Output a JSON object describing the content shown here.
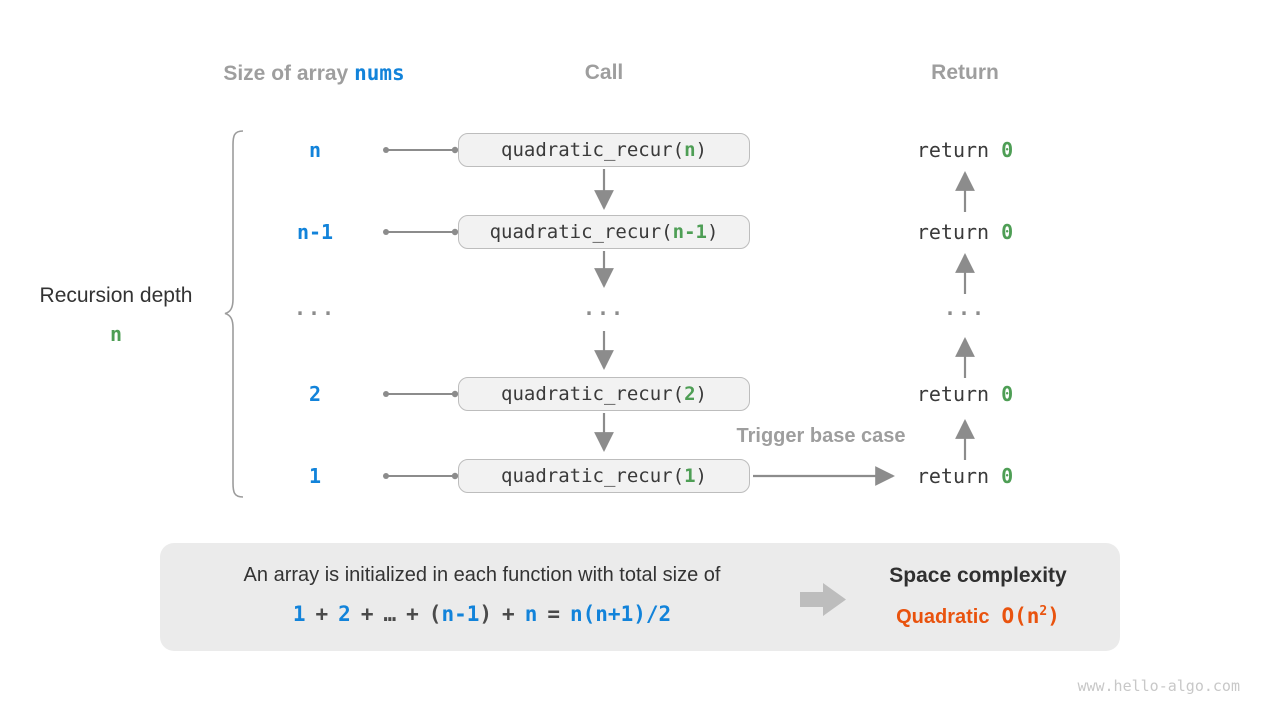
{
  "colors": {
    "blue": "#1283da",
    "green": "#4e9e55",
    "orange": "#e9530e",
    "header-gray": "#9e9e9e",
    "dark": "#3a3a3a",
    "arrow": "#8c8c8c",
    "box-bg": "#f2f2f2",
    "box-border": "#bdbdbd",
    "panel-bg": "#ebebeb",
    "block-arrow": "#bdbdbd",
    "watermark-gray": "#c8c8c8",
    "text-black": "#333333"
  },
  "headers": {
    "size_prefix": "Size of array ",
    "size_code": "nums",
    "call": "Call",
    "return": "Return"
  },
  "depth": {
    "label": "Recursion depth",
    "value": "n"
  },
  "call": {
    "prefix": "quadratic_recur(",
    "suffix": ")"
  },
  "ret_prefix": "return ",
  "rows": [
    {
      "size": "n",
      "arg": "n",
      "ret": "0"
    },
    {
      "size": "n-1",
      "arg": "n-1",
      "ret": "0"
    },
    {
      "size": "...",
      "call_dots": "...",
      "ret_dots": "..."
    },
    {
      "size": "2",
      "arg": "2",
      "ret": "0"
    },
    {
      "size": "1",
      "arg": "1",
      "ret": "0"
    }
  ],
  "trigger_label": "Trigger base case",
  "summary": {
    "line1": "An array is initialized in each function with total size of",
    "formula": [
      {
        "text": "1"
      },
      {
        "text": "+"
      },
      {
        "text": "2"
      },
      {
        "text": "+"
      },
      {
        "text": "…"
      },
      {
        "text": "+"
      },
      {
        "text": "("
      },
      {
        "text": "n-1"
      },
      {
        "text": ")"
      },
      {
        "text": "+"
      },
      {
        "text": "n"
      },
      {
        "text": "="
      },
      {
        "text": "n(n+1)/2"
      }
    ],
    "space_title": "Space complexity",
    "complexity_name": "Quadratic",
    "big_o_prefix": "O(n",
    "big_o_exp": "2",
    "big_o_suffix": ")"
  },
  "watermark": "www.hello-algo.com"
}
